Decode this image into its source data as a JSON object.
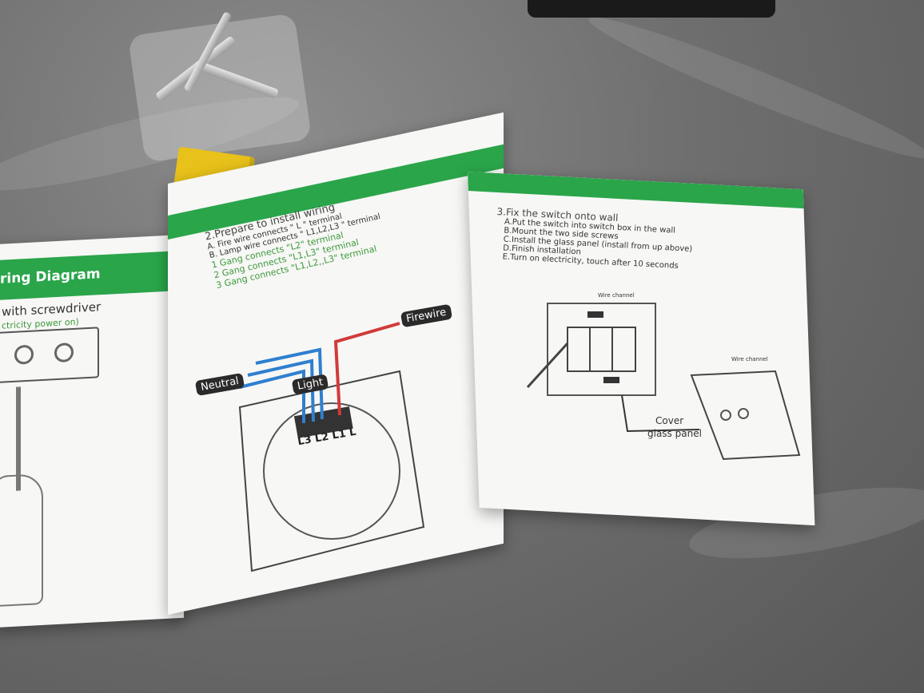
{
  "left_panel": {
    "header": "ring Diagram",
    "line1": "with screwdriver",
    "line2": "ctricity power on)"
  },
  "middle_panel": {
    "title": "2.Prepare to install wiring",
    "lines": [
      "A. Fire wire connects  \" L \"  terminal",
      "B. Lamp wire connects   \" L1,L2,L3 \"  terminal",
      "1 Gang connects \"L2\" terminal",
      "2 Gang connects \"L1,L3\" terminal",
      "3 Gang connects \"L1,L2,,L3\" terminal"
    ],
    "labels": {
      "neutral": "Neutral",
      "light": "Light",
      "firewire": "Firewire",
      "terminals": "L3 L2 L1  L"
    }
  },
  "right_panel": {
    "title": "3.Fix the switch onto wall",
    "steps": [
      "A.Put the switch into switch box in the wall",
      "B.Mount the two side screws",
      "C.Install the glass panel (install from up above)",
      "D.Finish installation",
      "E.Turn on electricity, touch after 10 seconds"
    ],
    "wire_channel": "Wire channel",
    "cover_label_1": "Cover",
    "cover_label_2": "glass panel"
  },
  "colors": {
    "green": "#2aa54a",
    "blue_wire": "#2e7fd0",
    "red_wire": "#d23a3a"
  }
}
